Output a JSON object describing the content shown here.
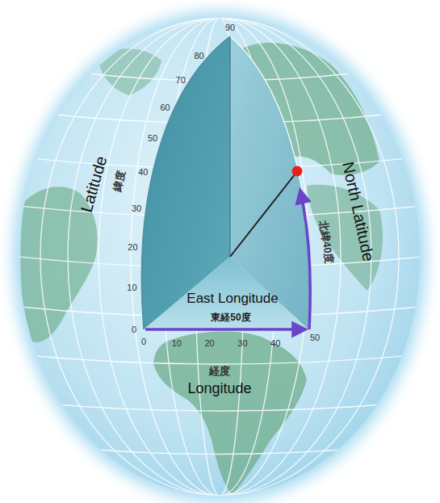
{
  "diagram": {
    "labels": [
      "90",
      "80",
      "70",
      "60",
      "50",
      "40",
      "30",
      "20",
      "10",
      "0",
      "Latitude",
      "緯度",
      "North Latitude",
      "北緯40度",
      "East Longitude",
      "東経50度",
      "0",
      "10",
      "20",
      "30",
      "40",
      "50",
      "経度",
      "Longitude"
    ]
  }
}
